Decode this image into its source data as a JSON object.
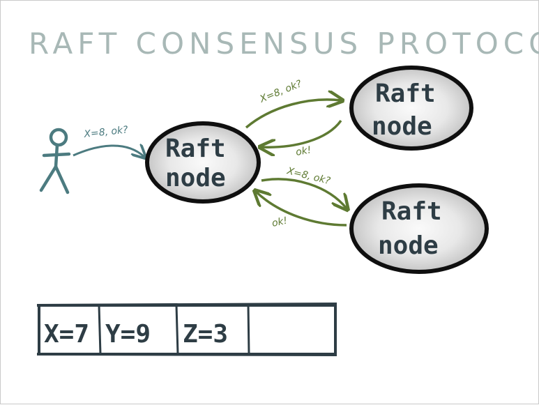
{
  "title": "RAFT CONSENSUS PROTOCOL",
  "client": {
    "icon": "stick-figure-icon",
    "request_label": "X=8, ok?"
  },
  "leader": {
    "label_line1": "Raft",
    "label_line2": "node"
  },
  "followers": [
    {
      "label_line1": "Raft",
      "label_line2": "node",
      "request_label": "X=8, ok?",
      "reply_label": "ok!"
    },
    {
      "label_line1": "Raft",
      "label_line2": "node",
      "request_label": "X=8, ok?",
      "reply_label": "ok!"
    }
  ],
  "log": {
    "entries": [
      "X=7",
      "Y=9",
      "Z=3",
      ""
    ]
  },
  "colors": {
    "title": "#a8b8b6",
    "client": "#4c7b80",
    "arrow_green": "#5e7a32",
    "node_stroke": "#0f0f0f",
    "node_fill": "#dadada",
    "ink": "#2e3d45"
  }
}
